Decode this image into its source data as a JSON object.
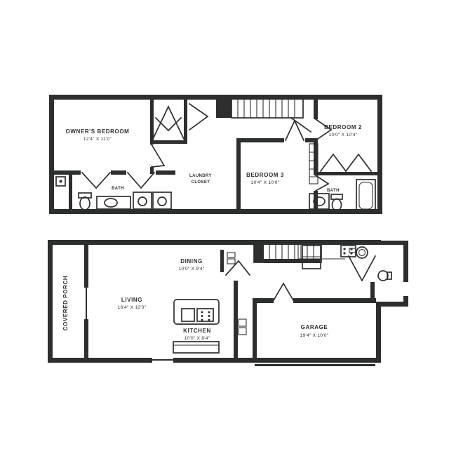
{
  "colors": {
    "ink": "#2d2f2e",
    "bg": "#ffffff"
  },
  "floors": {
    "second": {
      "rooms": {
        "owner_bedroom": {
          "name": "OWNER'S BEDROOM",
          "dims": "12'4\" X 11'0\""
        },
        "bedroom_2": {
          "name": "BEDROOM 2",
          "dims": "10'0\" X 10'4\""
        },
        "bedroom_3": {
          "name": "BEDROOM 3",
          "dims": "10'4\" X 10'0\""
        },
        "hall_bath": {
          "name": "BATH"
        },
        "owner_bath": {
          "name": "BATH"
        },
        "laundry": {
          "name": "LAUNDRY",
          "name2": "CLOSET"
        }
      }
    },
    "first": {
      "rooms": {
        "porch": {
          "name": "COVERED PORCH"
        },
        "living": {
          "name": "LIVING",
          "dims": "16'4\" X 12'0\""
        },
        "dining": {
          "name": "DINING",
          "dims": "10'0\" X 9'4\""
        },
        "kitchen": {
          "name": "KITCHEN",
          "dims": "10'0\" X 8'4\""
        },
        "garage": {
          "name": "GARAGE",
          "dims": "19'4\" X 10'0\""
        }
      }
    }
  }
}
